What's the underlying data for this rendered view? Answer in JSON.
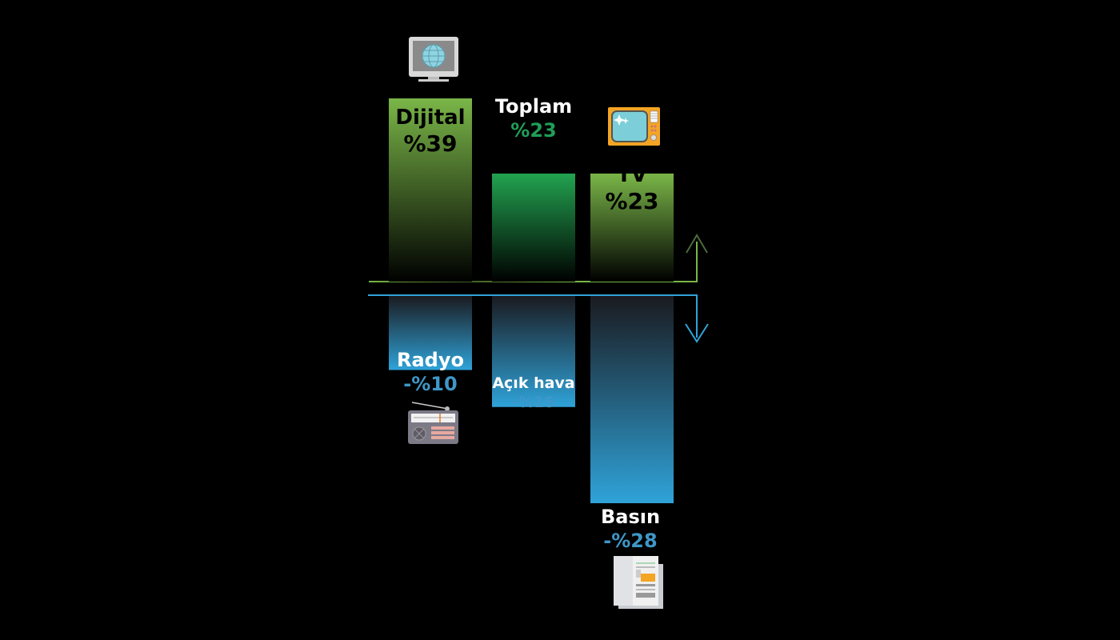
{
  "chart_data": {
    "type": "bar",
    "categories": [
      "Dijital",
      "Radyo",
      "Toplam",
      "Açık hava",
      "TV",
      "Basın"
    ],
    "values": [
      39,
      -10,
      23,
      -15,
      23,
      -28
    ],
    "labels": {
      "dijital": {
        "name": "Dijital",
        "value": "%39"
      },
      "toplam": {
        "name": "Toplam",
        "value": "%23"
      },
      "tv": {
        "name": "TV",
        "value": "%23"
      },
      "radyo": {
        "name": "Radyo",
        "value": "-%10"
      },
      "acik_hava": {
        "name": "Açık hava",
        "value": "-%15"
      },
      "basin": {
        "name": "Basın",
        "value": "-%28"
      }
    },
    "colors": {
      "positive": "#7ab648",
      "total": "#22a350",
      "negative": "#2fa3d9",
      "up_arrow": "#7ab648",
      "down_arrow": "#2fa3d9",
      "total_value_text": "#1f9e57",
      "negative_value_text": "#3f97c8"
    },
    "icons": [
      "computer-monitor-icon",
      "television-icon",
      "radio-icon",
      "newspaper-icon"
    ]
  }
}
